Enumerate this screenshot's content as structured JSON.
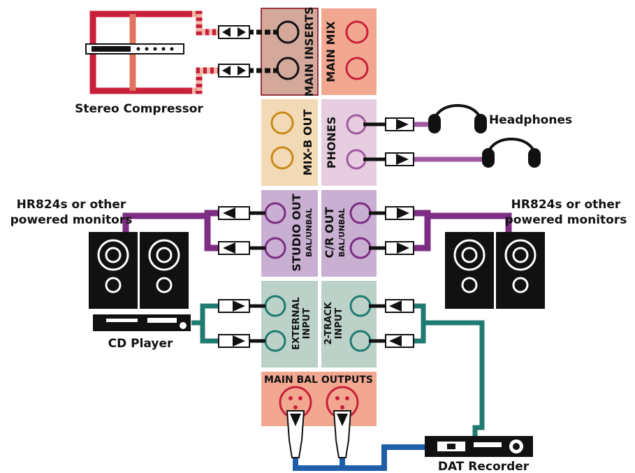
{
  "labels": {
    "stereo_compressor": "Stereo Compressor",
    "headphones": "Headphones",
    "monitors_left_line1": "HR824s or other",
    "monitors_left_line2": "powered monitors",
    "monitors_right_line1": "HR824s or other",
    "monitors_right_line2": "powered monitors",
    "cd_player": "CD Player",
    "dat_recorder": "DAT Recorder"
  },
  "panels": {
    "main_inserts": "MAIN INSERTS",
    "main_mix": "MAIN MIX",
    "mix_b_out": "MIX-B OUT",
    "phones": "PHONES",
    "studio_out": "STUDIO OUT",
    "studio_out_sub": "BAL/UNBAL",
    "cr_out": "C/R OUT",
    "cr_out_sub": "BAL/UNBAL",
    "external_input_1": "EXTERNAL",
    "external_input_2": "INPUT",
    "two_track_1": "2-TRACK",
    "two_track_2": "INPUT",
    "main_bal_outputs": "MAIN BAL OUTPUTS"
  },
  "colors": {
    "inserts_panel": "#d4a99b",
    "main_mix_panel": "#f2a890",
    "mix_b_panel": "#f3dab6",
    "phones_panel": "#e6cde0",
    "monitor_panel": "#c9b0d2",
    "input_panel": "#bcd2c8",
    "main_bal_panel": "#f2a890",
    "compressor_cable": "#c8203a",
    "phones_cable": "#a05aa0",
    "monitor_cable": "#7d2d83",
    "input_cable": "#1f7a72",
    "dat_cable": "#1f5ea8"
  }
}
